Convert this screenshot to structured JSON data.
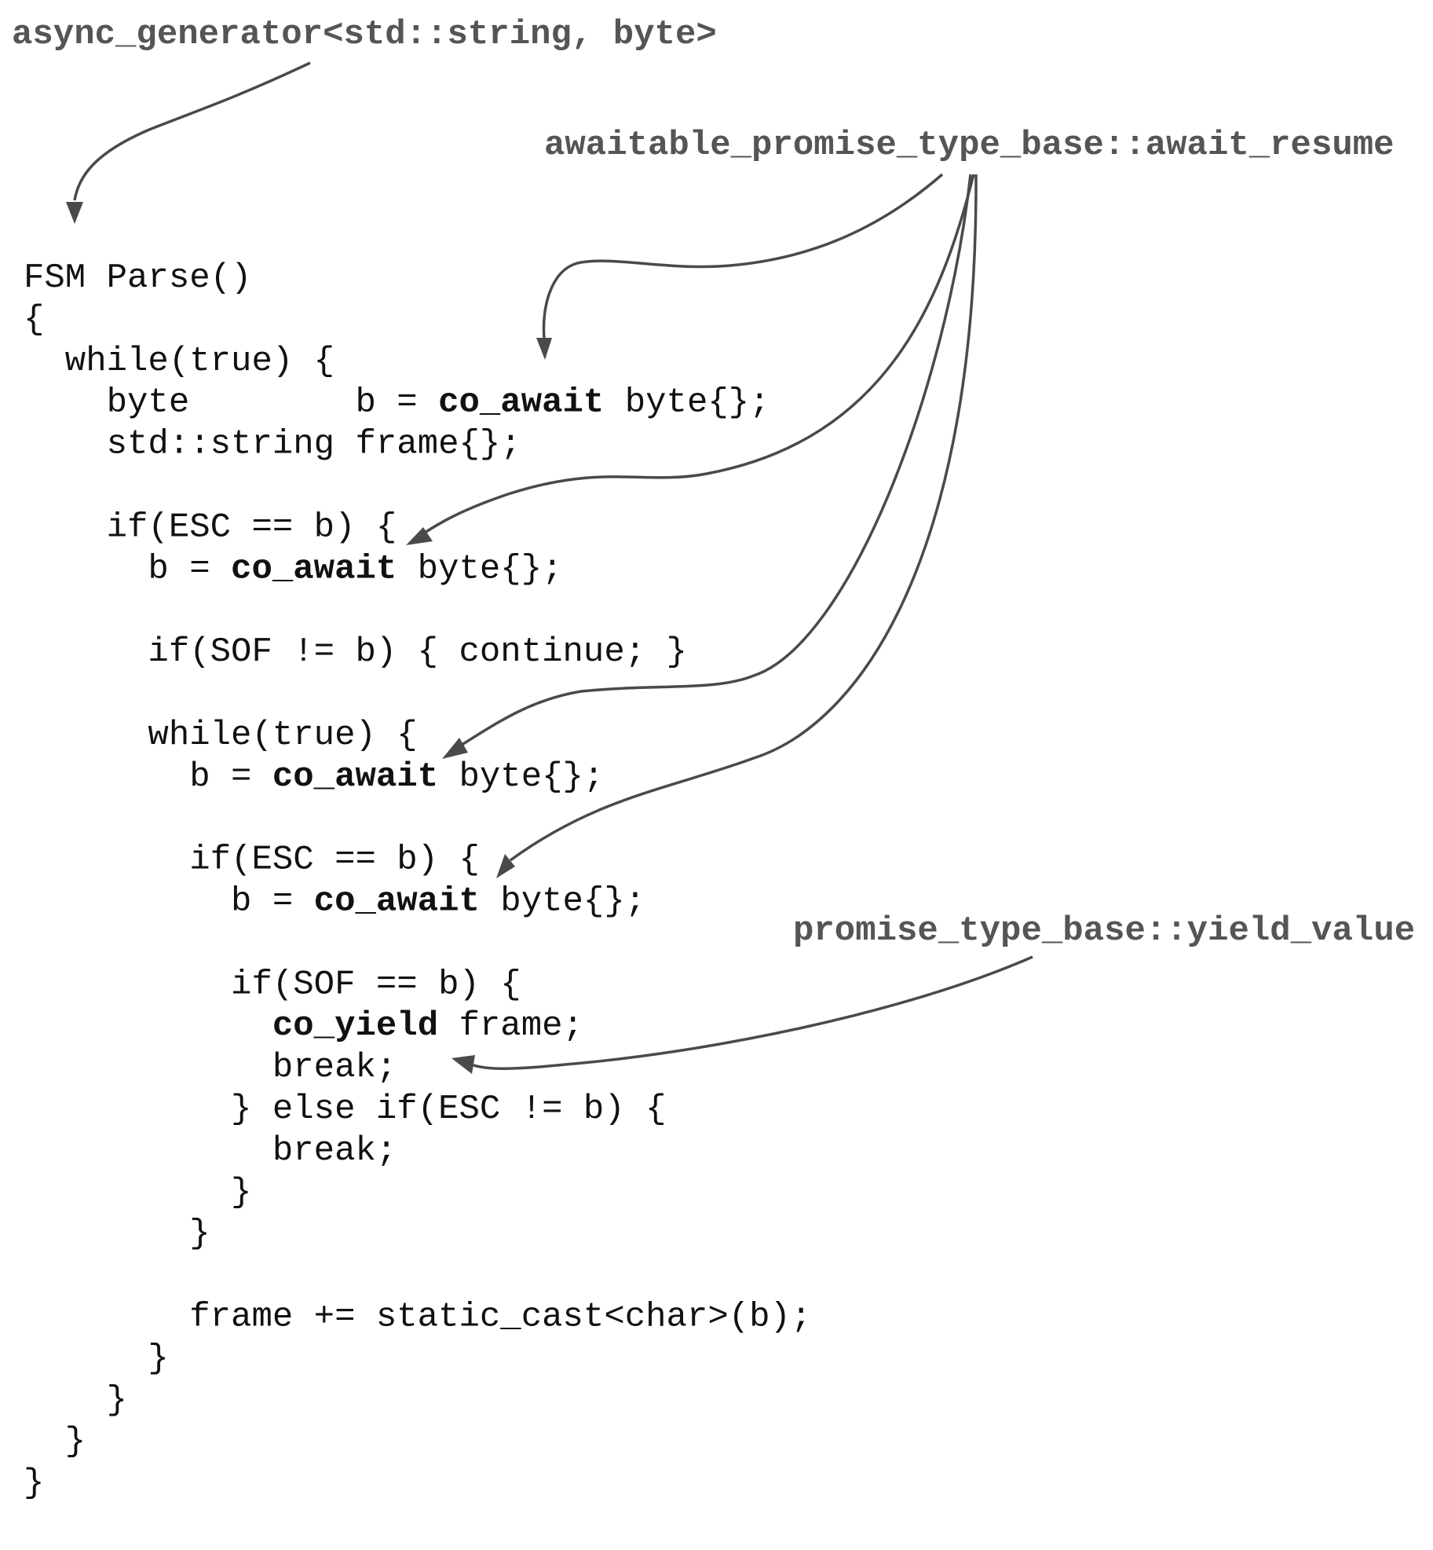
{
  "labels": {
    "generator_type": "async_generator<std::string, byte>",
    "await_resume": "awaitable_promise_type_base::await_resume",
    "yield_value": "promise_type_base::yield_value"
  },
  "code_lines": [
    [
      {
        "t": "FSM Parse()"
      }
    ],
    [
      {
        "t": "{"
      }
    ],
    [
      {
        "t": "  while(true) {"
      }
    ],
    [
      {
        "t": "    byte        b = "
      },
      {
        "t": "co_await",
        "kw": true
      },
      {
        "t": " byte{};"
      }
    ],
    [
      {
        "t": "    std::string frame{};"
      }
    ],
    [
      {
        "t": ""
      }
    ],
    [
      {
        "t": "    if(ESC == b) {"
      }
    ],
    [
      {
        "t": "      b = "
      },
      {
        "t": "co_await",
        "kw": true
      },
      {
        "t": " byte{};"
      }
    ],
    [
      {
        "t": ""
      }
    ],
    [
      {
        "t": "      if(SOF != b) { continue; }"
      }
    ],
    [
      {
        "t": ""
      }
    ],
    [
      {
        "t": "      while(true) {"
      }
    ],
    [
      {
        "t": "        b = "
      },
      {
        "t": "co_await",
        "kw": true
      },
      {
        "t": " byte{};"
      }
    ],
    [
      {
        "t": ""
      }
    ],
    [
      {
        "t": "        if(ESC == b) {"
      }
    ],
    [
      {
        "t": "          b = "
      },
      {
        "t": "co_await",
        "kw": true
      },
      {
        "t": " byte{};"
      }
    ],
    [
      {
        "t": ""
      }
    ],
    [
      {
        "t": "          if(SOF == b) {"
      }
    ],
    [
      {
        "t": "            "
      },
      {
        "t": "co_yield",
        "kw": true
      },
      {
        "t": " frame;"
      }
    ],
    [
      {
        "t": "            break;"
      }
    ],
    [
      {
        "t": "          } else if(ESC != b) {"
      }
    ],
    [
      {
        "t": "            break;"
      }
    ],
    [
      {
        "t": "          }"
      }
    ],
    [
      {
        "t": "        }"
      }
    ],
    [
      {
        "t": ""
      }
    ],
    [
      {
        "t": "        frame += static_cast<char>(b);"
      }
    ],
    [
      {
        "t": "      }"
      }
    ],
    [
      {
        "t": "    }"
      }
    ],
    [
      {
        "t": "  }"
      }
    ],
    [
      {
        "t": "}"
      }
    ]
  ],
  "colors": {
    "label": "#555555",
    "code": "#111111",
    "arrow": "#4a4a4a",
    "background": "#ffffff"
  }
}
